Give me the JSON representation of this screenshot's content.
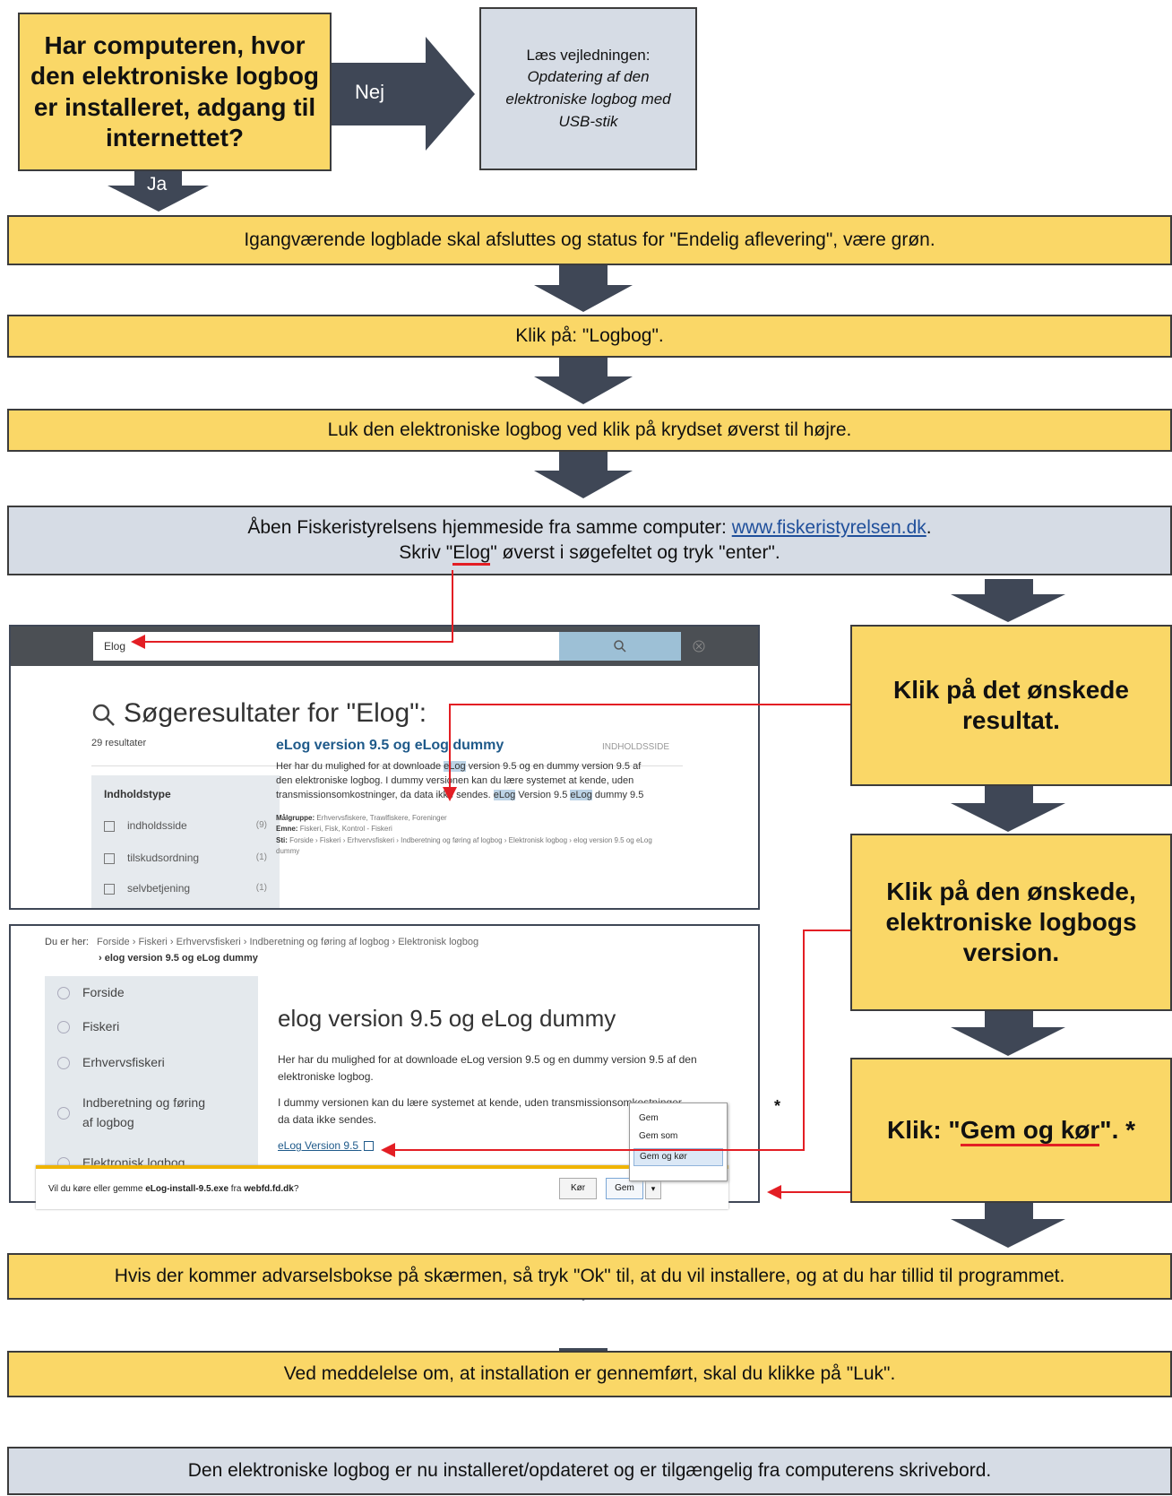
{
  "question": {
    "text": "Har computeren, hvor den elektroniske logbog er installeret, adgang til internettet?"
  },
  "no_branch": {
    "label": "Nej",
    "intro": "Læs vejledningen:",
    "guide_title": "Opdatering af den elektroniske logbog med USB-stik"
  },
  "yes_branch": {
    "label": "Ja"
  },
  "steps": [
    {
      "text": "Igangværende logblade skal afsluttes og status for \"Endelig aflevering\", være grøn."
    },
    {
      "text": "Klik på: \"Logbog\"."
    },
    {
      "text": "Luk den elektroniske logbog ved klik på krydset øverst til højre."
    },
    {
      "line1_prefix": "Åben Fiskeristyrelsens hjemmeside fra samme computer: ",
      "line1_link": "www.fiskeristyrelsen.dk",
      "line1_suffix": ".",
      "line2_prefix": "Skriv \"",
      "line2_highlight": "Elog",
      "line2_suffix": "\" øverst i søgefeltet og tryk \"enter\"."
    },
    {
      "text": "Hvis der kommer advarselsbokse på skærmen, så tryk \"Ok\" til, at du vil installere, og at du har tillid til programmet."
    },
    {
      "text": "Ved meddelelse om, at installation er gennemført, skal du klikke på \"Luk\"."
    },
    {
      "text": "Den elektroniske logbog er nu installeret/opdateret og er tilgængelig fra computerens skrivebord."
    }
  ],
  "right_steps": [
    {
      "text": "Klik på det ønskede resultat."
    },
    {
      "text": "Klik på den ønskede, elektroniske logbogs version."
    },
    {
      "prefix": "Klik: \"",
      "highlight": "Gem og kør",
      "suffix": "\". *"
    }
  ],
  "search_screenshot": {
    "search_value": "Elog",
    "heading": "Søgeresultater for \"Elog\":",
    "count": "29 resultater",
    "facet_title": "Indholdstype",
    "facets": [
      {
        "label": "indholdsside",
        "count": "(9)"
      },
      {
        "label": "tilskudsordning",
        "count": "(1)"
      },
      {
        "label": "selvbetjening",
        "count": "(1)"
      }
    ],
    "result": {
      "title": "eLog version 9.5 og eLog dummy",
      "type": "INDHOLDSSIDE",
      "desc_pre": "Her har du mulighed for at downloade ",
      "desc_hl1": "eLog",
      "desc_mid1": " version 9.5 og en dummy version 9.5 af den elektroniske logbog. I dummy versionen kan du lære systemet at kende, uden transmissionsomkostninger, da data ikke sendes. ",
      "desc_hl2": "eLog",
      "desc_mid2": " Version 9.5 ",
      "desc_hl3": "eLog",
      "desc_end": " dummy 9.5",
      "meta": [
        {
          "key": "Målgruppe:",
          "value": "Erhvervsfiskere, Trawlfiskere, Foreninger"
        },
        {
          "key": "Emne:",
          "value": "Fiskeri, Fisk, Kontrol - Fiskeri"
        },
        {
          "key": "Sti:",
          "value": "Forside › Fiskeri › Erhvervsfiskeri › Indberetning og føring af logbog › Elektronisk logbog › elog version 9.5 og eLog dummy"
        }
      ]
    }
  },
  "page_screenshot": {
    "breadcrumb_label": "Du er her:",
    "breadcrumb_path": "Forside  ›  Fiskeri  ›  Erhvervsfiskeri  ›  Indberetning og føring af logbog  ›  Elektronisk logbog",
    "breadcrumb_current": "›  elog version 9.5 og eLog dummy",
    "nav": [
      "Forside",
      "Fiskeri",
      "Erhvervsfiskeri",
      "Indberetning og føring af logbog",
      "Elektronisk logbog"
    ],
    "title": "elog version 9.5 og eLog dummy",
    "para1": "Her har du mulighed for at downloade eLog version 9.5 og en dummy version 9.5 af den elektroniske logbog.",
    "para2": "I dummy versionen kan du lære systemet at kende, uden transmissionsomkostninger, da data ikke sendes.",
    "download_link": "eLog Version 9.5"
  },
  "download_bar": {
    "prompt_pre": "Vil du køre eller gemme ",
    "filename": "eLog-install-9.5.exe",
    "prompt_mid": " fra ",
    "host": "webfd.fd.dk",
    "prompt_end": "?",
    "run": "Kør",
    "save": "Gem",
    "dropdown_caret": "▾",
    "menu": [
      "Gem",
      "Gem som",
      "Gem og kør"
    ]
  },
  "footnote_marker": "*",
  "colors": {
    "yellow": "#fad767",
    "grey": "#d6dce5",
    "arrow": "#3f4756",
    "red": "#e31e24"
  }
}
